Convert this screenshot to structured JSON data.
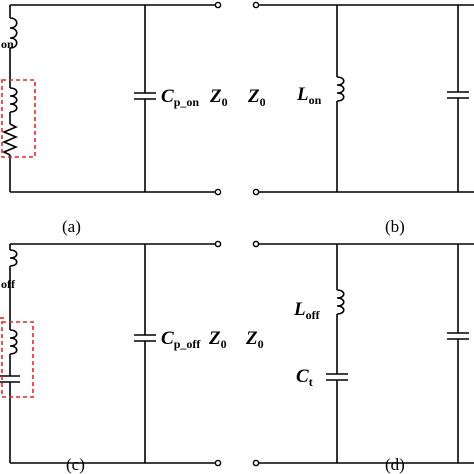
{
  "panels": {
    "a": {
      "caption": "(a)",
      "side_label_sub": "on",
      "cap_label": {
        "main": "C",
        "sub": "p_on"
      },
      "impedance": {
        "main": "Z",
        "sub": "0"
      }
    },
    "b": {
      "caption": "(b)",
      "impedance": {
        "main": "Z",
        "sub": "0"
      },
      "inductor_label": {
        "main": "L",
        "sub": "on"
      }
    },
    "c": {
      "caption": "(c)",
      "side_label_sub": "off",
      "cap_label": {
        "main": "C",
        "sub": "p_off"
      },
      "impedance_left": {
        "main": "Z",
        "sub": "0"
      },
      "impedance_right": {
        "main": "Z",
        "sub": "0"
      }
    },
    "d": {
      "caption": "(d)",
      "inductor_label": {
        "main": "L",
        "sub": "off"
      },
      "cap_label": {
        "main": "C",
        "sub": "t"
      }
    }
  },
  "colors": {
    "wire": "#000000",
    "highlight_box": "#e0282e"
  }
}
